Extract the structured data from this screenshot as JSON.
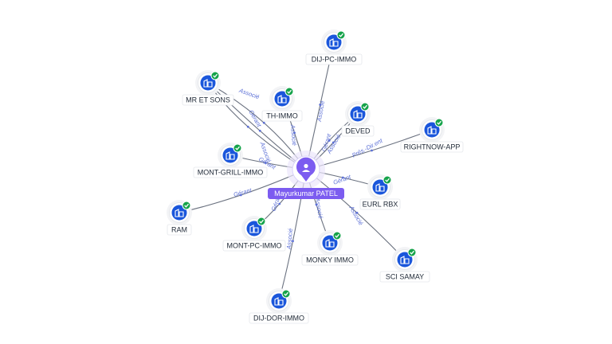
{
  "colors": {
    "company_icon": "#1a56db",
    "check_badge": "#15a34a",
    "center_accent": "#7c5cf0",
    "edge": "#6b7280",
    "edge_label": "#5b6fd6"
  },
  "icons": {
    "company": "building-icon",
    "status": "check-badge-icon",
    "person": "person-icon"
  },
  "center": {
    "name": "Mayurkumar PATEL"
  },
  "nodes": [
    {
      "id": "dij-pc-immo",
      "label": "DIJ-PC-IMMO"
    },
    {
      "id": "mr-et-sons",
      "label": "MR ET SONS"
    },
    {
      "id": "th-immo",
      "label": "TH-IMMO"
    },
    {
      "id": "deved",
      "label": "DEVED"
    },
    {
      "id": "rightnow-app",
      "label": "RIGHTNOW-APP"
    },
    {
      "id": "mont-grill-immo",
      "label": "MONT-GRILL-IMMO"
    },
    {
      "id": "eurl-rbx",
      "label": "EURL RBX"
    },
    {
      "id": "ram",
      "label": "RAM"
    },
    {
      "id": "mont-pc-immo",
      "label": "MONT-PC-IMMO"
    },
    {
      "id": "monky-immo",
      "label": "MONKY IMMO"
    },
    {
      "id": "sci-samay",
      "label": "SCI SAMAY"
    },
    {
      "id": "dij-dor-immo",
      "label": "DIJ-DOR-IMMO"
    }
  ],
  "edges": [
    {
      "to": "dij-pc-immo",
      "label": "Associé"
    },
    {
      "to": "mr-et-sons",
      "label": "Associé"
    },
    {
      "to": "mr-et-sons",
      "label": "Gérant"
    },
    {
      "to": "th-immo",
      "label": "Associé"
    },
    {
      "to": "deved",
      "label": "Gérant"
    },
    {
      "to": "deved",
      "label": "Associé"
    },
    {
      "to": "rightnow-app",
      "label": "Prés.-Dir.ent"
    },
    {
      "to": "mont-grill-immo",
      "label": "Gérant"
    },
    {
      "to": "eurl-rbx",
      "label": "Gérant"
    },
    {
      "to": "ram",
      "label": "Gérant"
    },
    {
      "to": "mont-pc-immo",
      "label": "Gérant"
    },
    {
      "to": "monky-immo",
      "label": "Associé"
    },
    {
      "to": "sci-samay",
      "label": "Associé"
    },
    {
      "to": "dij-dor-immo",
      "label": "Associé"
    },
    {
      "to": "mr-et-sons",
      "label": "Associé"
    }
  ]
}
